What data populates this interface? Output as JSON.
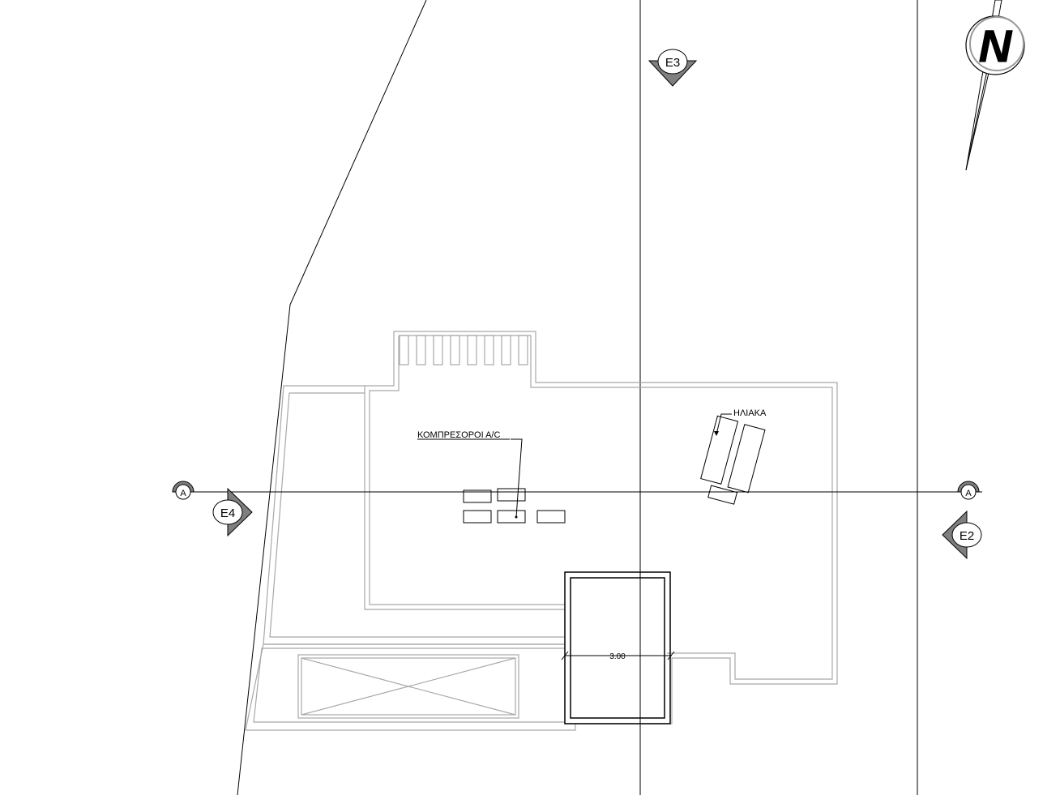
{
  "labels": {
    "compressors": "ΚΟΜΠΡΕΣΟΡΟΙ Α/C",
    "solar": "ΗΛΙΑΚΑ",
    "dimension": "3.00",
    "section_left": "A",
    "section_right": "A",
    "elevation_top": "E3",
    "elevation_left": "E4",
    "elevation_right": "E2",
    "north": "N"
  },
  "colors": {
    "line": "#000000",
    "outline_grey": "#a8a8a8",
    "marker_fill": "#7f7f7f",
    "north_fill": "#6e6e6e"
  }
}
